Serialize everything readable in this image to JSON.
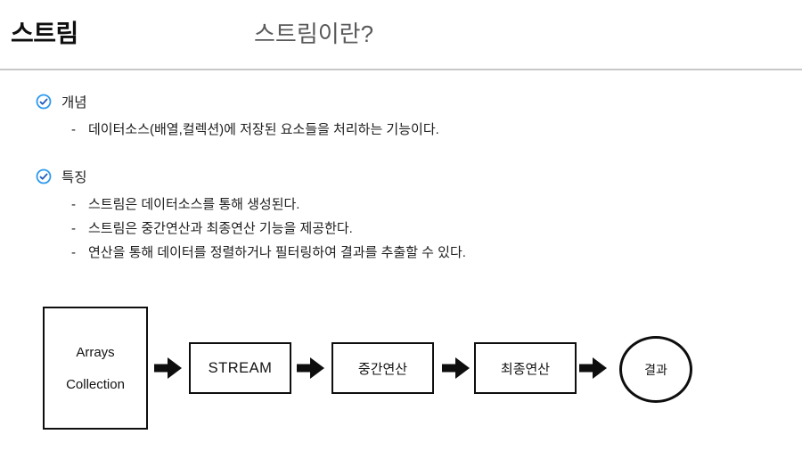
{
  "header": {
    "title": "스트림",
    "subtitle": "스트림이란?"
  },
  "bullet_marker": "-",
  "sections": [
    {
      "icon": "check-circle-icon",
      "heading": "개념",
      "bullets": [
        "데이터소스(배열,컬렉션)에 저장된 요소들을 처리하는 기능이다."
      ]
    },
    {
      "icon": "check-circle-icon",
      "heading": "특징",
      "bullets": [
        "스트림은 데이터소스를 통해 생성된다.",
        "스트림은 중간연산과 최종연산 기능을 제공한다.",
        "연산을 통해 데이터를 정렬하거나 필터링하여 결과를 추출할 수 있다."
      ]
    }
  ],
  "diagram": {
    "connector_icon": "arrow-right-icon",
    "nodes": [
      {
        "shape": "rectangle",
        "label_lines": [
          "Arrays",
          "Collection"
        ]
      },
      {
        "shape": "rectangle",
        "label_lines": [
          "STREAM"
        ]
      },
      {
        "shape": "rectangle",
        "label_lines": [
          "중간연산"
        ]
      },
      {
        "shape": "rectangle",
        "label_lines": [
          "최종연산"
        ]
      },
      {
        "shape": "circle",
        "label_lines": [
          "결과"
        ]
      }
    ]
  },
  "colors": {
    "check_ring_blue": "#2e9af0",
    "check_mark_blue": "#1d59bb",
    "subtitle_gray": "#595a5c",
    "divider_gray": "#c8c8c8",
    "text_black": "#1d1d1f",
    "diagram_black": "#0e0e0e"
  }
}
